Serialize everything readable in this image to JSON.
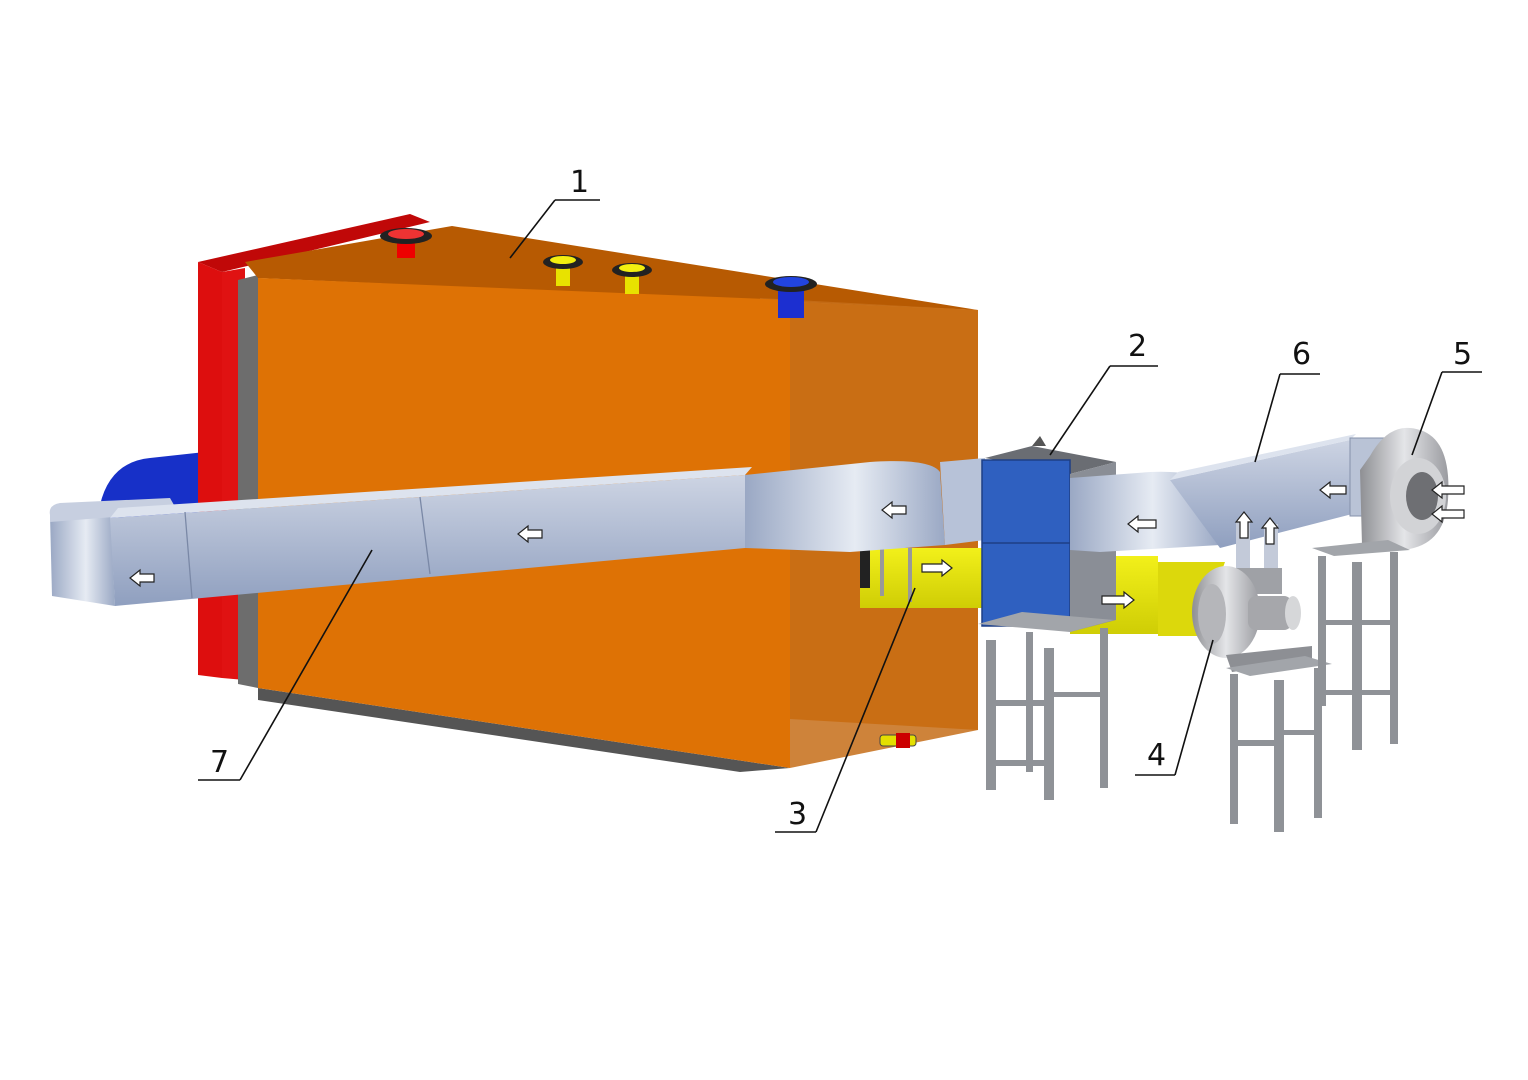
{
  "callouts": [
    {
      "id": "1",
      "label": "1"
    },
    {
      "id": "2",
      "label": "2"
    },
    {
      "id": "3",
      "label": "3"
    },
    {
      "id": "4",
      "label": "4"
    },
    {
      "id": "5",
      "label": "5"
    },
    {
      "id": "6",
      "label": "6"
    },
    {
      "id": "7",
      "label": "7"
    }
  ],
  "colors": {
    "boiler_front": "#de7205",
    "boiler_top": "#b75a02",
    "boiler_side": "#c66d18",
    "burner_frame": "#dd0e0e",
    "exchanger": "#2f60c0",
    "hot_duct": "#e3e107",
    "air_duct": "#a3b1cc",
    "air_duct_light": "#c9d1e0",
    "steel_frame": "#8f9297",
    "fan": "#c7c8cb"
  }
}
